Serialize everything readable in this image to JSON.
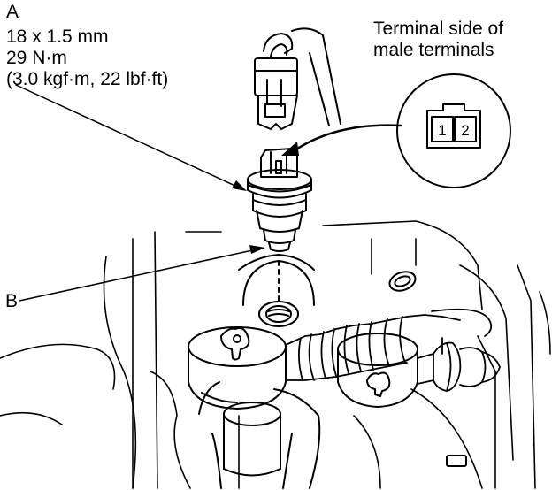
{
  "labels": {
    "a": "A",
    "b": "B"
  },
  "spec": {
    "thread": "18 x 1.5 mm",
    "torque": "29 N·m",
    "torque_alt": "(3.0 kgf·m, 22 lbf·ft)"
  },
  "connector": {
    "title_line1": "Terminal side of",
    "title_line2": "male terminals",
    "terminal_1": "1",
    "terminal_2": "2"
  },
  "colors": {
    "ink": "#000000",
    "paper": "#ffffff"
  }
}
